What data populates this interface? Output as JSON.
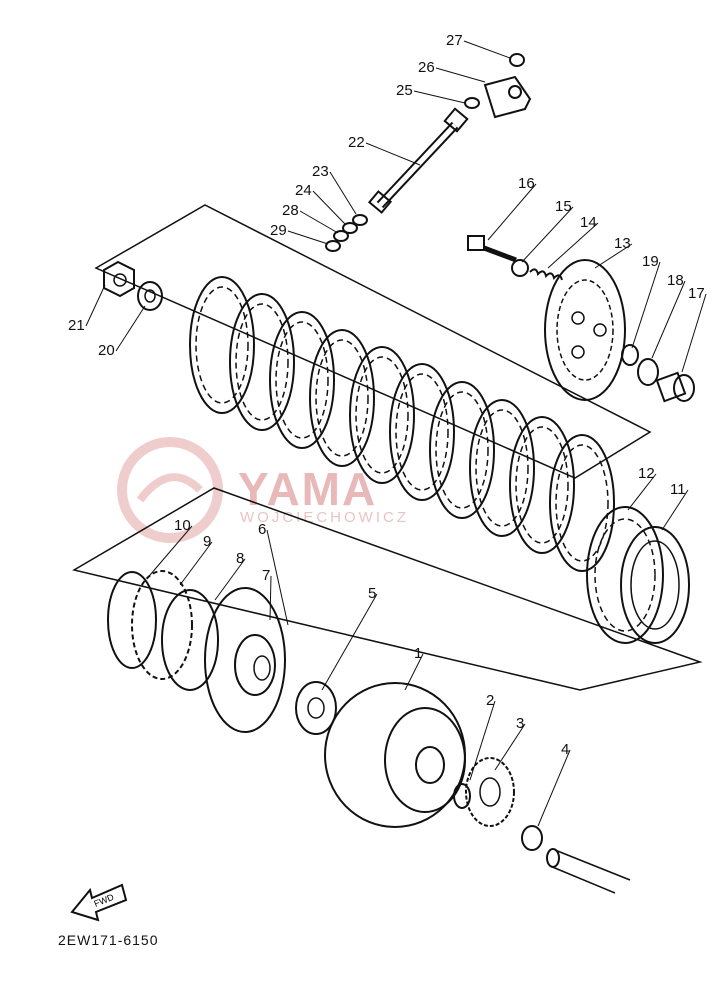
{
  "watermark": {
    "brand": "YAMA",
    "sub": "WOJCIECHOWICZ"
  },
  "diagram_code": "2EW171-6150",
  "fwd_label": "FWD",
  "parts": [
    {
      "id": "1",
      "label": "1"
    },
    {
      "id": "2",
      "label": "2"
    },
    {
      "id": "3",
      "label": "3"
    },
    {
      "id": "4",
      "label": "4"
    },
    {
      "id": "5",
      "label": "5"
    },
    {
      "id": "6",
      "label": "6"
    },
    {
      "id": "7",
      "label": "7"
    },
    {
      "id": "8",
      "label": "8"
    },
    {
      "id": "9",
      "label": "9"
    },
    {
      "id": "10",
      "label": "10"
    },
    {
      "id": "11",
      "label": "11"
    },
    {
      "id": "12",
      "label": "12"
    },
    {
      "id": "13",
      "label": "13"
    },
    {
      "id": "14",
      "label": "14"
    },
    {
      "id": "15",
      "label": "15"
    },
    {
      "id": "16",
      "label": "16"
    },
    {
      "id": "17",
      "label": "17"
    },
    {
      "id": "18",
      "label": "18"
    },
    {
      "id": "19",
      "label": "19"
    },
    {
      "id": "20",
      "label": "20"
    },
    {
      "id": "21",
      "label": "21"
    },
    {
      "id": "22",
      "label": "22"
    },
    {
      "id": "23",
      "label": "23"
    },
    {
      "id": "24",
      "label": "24"
    },
    {
      "id": "25",
      "label": "25"
    },
    {
      "id": "26",
      "label": "26"
    },
    {
      "id": "27",
      "label": "27"
    },
    {
      "id": "28",
      "label": "28"
    },
    {
      "id": "29",
      "label": "29"
    }
  ]
}
